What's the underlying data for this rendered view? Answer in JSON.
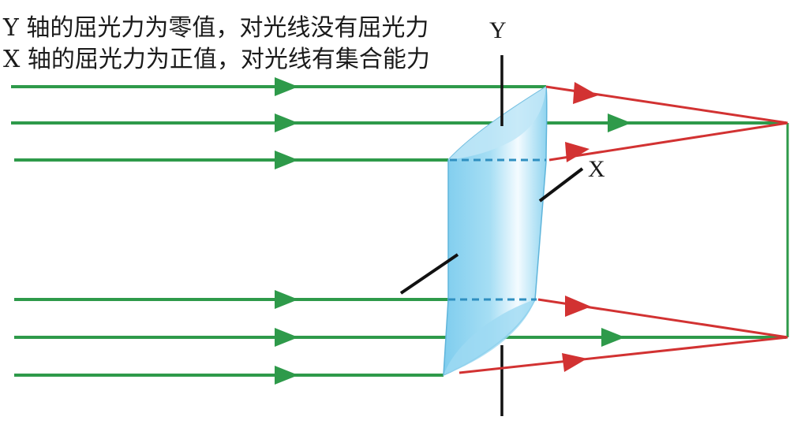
{
  "captions": {
    "line1": "Y 轴的屈光力为零值，对光线没有屈光力",
    "line2": "X 轴的屈光力为正值，对光线有集合能力"
  },
  "axes": {
    "y_label": "Y",
    "x_label": "X"
  },
  "colors": {
    "ray_incoming": "#2e9a4a",
    "ray_refracted": "#d23232",
    "lens_fill": "#8fd3ef",
    "lens_edge": "#5fb5db",
    "axis_line": "#111111",
    "dashed_line": "#2f8fc0",
    "focal_line": "#2e9a4a"
  }
}
